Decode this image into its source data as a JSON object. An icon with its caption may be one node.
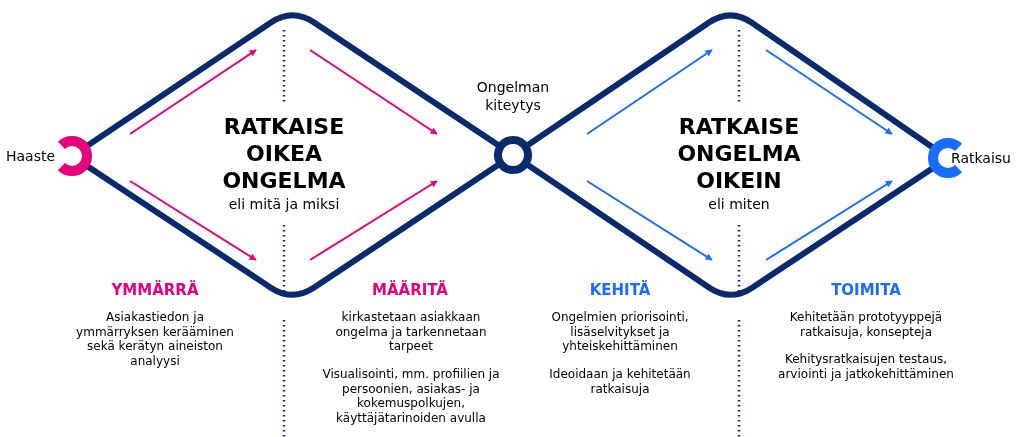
{
  "diagram": {
    "nodes": [
      {
        "text": [
          "Haaste"
        ]
      },
      {
        "text": [
          "Ongelman kiteytys"
        ]
      },
      {
        "text": [
          "Ratkaisu"
        ]
      }
    ],
    "edges": [
      {
        "from": 0,
        "to": 1,
        "arrow": "none"
      },
      {
        "from": 0,
        "to": 1,
        "arrow": "none"
      },
      {
        "from": 1,
        "to": 2,
        "arrow": "none"
      },
      {
        "from": 1,
        "to": 2,
        "arrow": "none"
      }
    ],
    "labels": [
      "RATKAISE OIKEA ONGELMA",
      "eli mitä ja miksi",
      "RATKAISE ONGELMA OIKEIN",
      "eli miten",
      "YMMÄRRÄ",
      "MÄÄRITÄ",
      "KEHITÄ",
      "TOIMITA",
      "Asiakastiedon ja ymmärryksen kerääminen sekä kerätyn aineiston analyysi",
      "kirkastetaan asiakkaan ongelma ja tarkennetaan tarpeet",
      "Ongelmien priorisointi, lisäselvitykset ja yhteiskehittäminen",
      "Kehitetään prototyyppejä ratkaisuja, konsepteja",
      "Visualisointi, mm. profiilien ja persoonien, asiakas- ja kokemuspolkujen, käyttäjätarinoiden avulla",
      "Ideoidaan ja kehitetään ratkaisuja",
      "Kehitysratkaisujen testaus, arviointi ja jatkokehittäminen"
    ]
  }
}
